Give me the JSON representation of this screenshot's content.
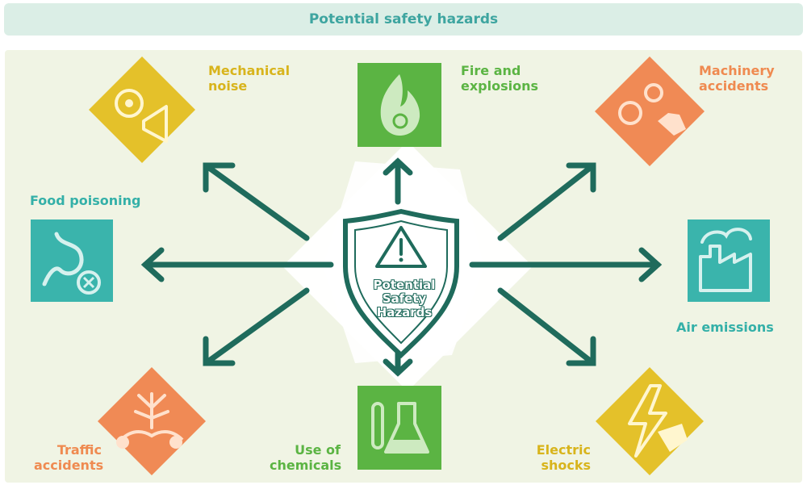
{
  "header": {
    "title": "Potential safety hazards"
  },
  "center": {
    "lines": [
      "Potential",
      "Safety",
      "Hazards"
    ]
  },
  "colors": {
    "yellow": "#e4c12a",
    "green": "#5bb443",
    "orange": "#f08a55",
    "teal": "#3ab4ac",
    "arrow": "#1f6b5c",
    "banner": "#dbeee6",
    "board": "#f0f4e4"
  },
  "hazards": [
    {
      "id": "mechanical-noise",
      "lines": [
        "Mechanical",
        "noise"
      ],
      "color": "yellow",
      "icon": "gear-megaphone-icon"
    },
    {
      "id": "fire-explosions",
      "lines": [
        "Fire and",
        "explosions"
      ],
      "color": "green",
      "icon": "flame-icon"
    },
    {
      "id": "machinery-accidents",
      "lines": [
        "Machinery",
        "accidents"
      ],
      "color": "orange",
      "icon": "gears-hand-icon"
    },
    {
      "id": "food-poisoning",
      "lines": [
        "Food poisoning"
      ],
      "color": "teal",
      "icon": "stomach-icon"
    },
    {
      "id": "air-emissions",
      "lines": [
        "Air emissions"
      ],
      "color": "teal",
      "icon": "factory-smoke-icon"
    },
    {
      "id": "traffic-accidents",
      "lines": [
        "Traffic",
        "accidents"
      ],
      "color": "orange",
      "icon": "car-crash-icon"
    },
    {
      "id": "use-of-chemicals",
      "lines": [
        "Use of",
        "chemicals"
      ],
      "color": "green",
      "icon": "flask-icon"
    },
    {
      "id": "electric-shocks",
      "lines": [
        "Electric",
        "shocks"
      ],
      "color": "yellow",
      "icon": "lightning-hand-icon"
    }
  ]
}
